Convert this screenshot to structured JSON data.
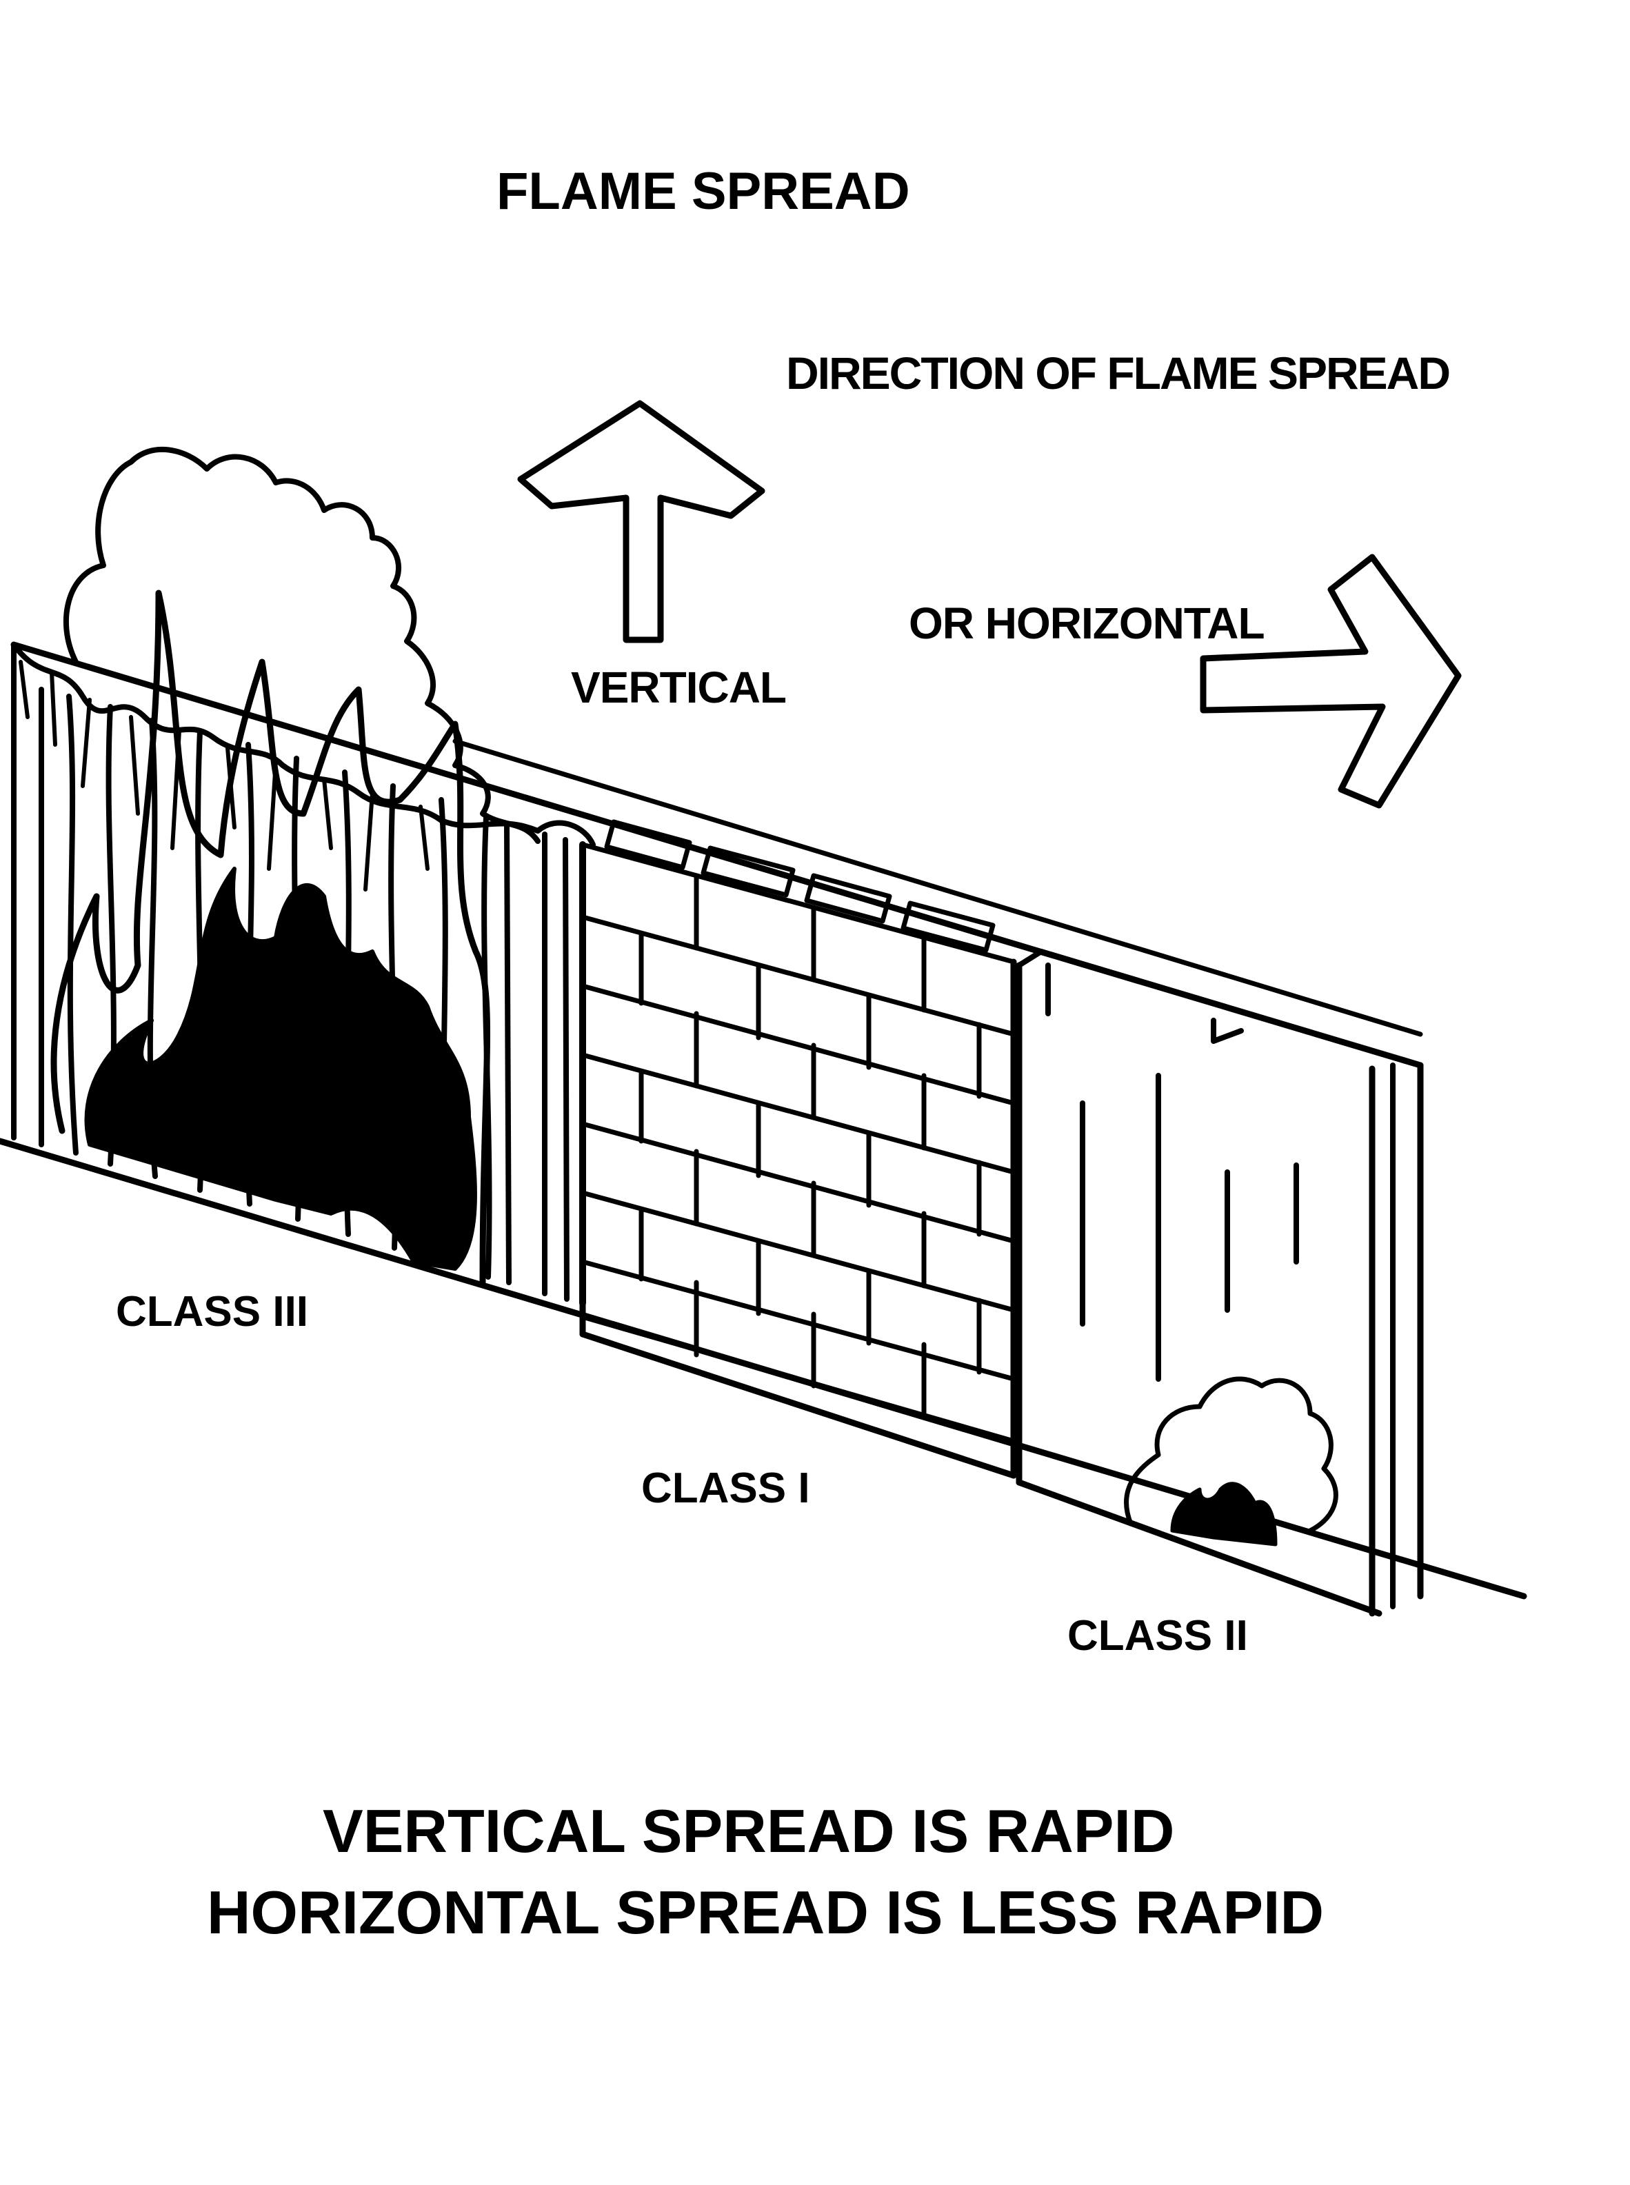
{
  "title": "FLAME SPREAD",
  "direction_label": "DIRECTION OF FLAME SPREAD",
  "vertical_label": "VERTICAL",
  "horizontal_label": "OR HORIZONTAL",
  "class_labels": {
    "class_3": "CLASS III",
    "class_1": "CLASS I",
    "class_2": "CLASS II"
  },
  "caption": {
    "line1": "VERTICAL SPREAD IS RAPID",
    "line2": "HORIZONTAL SPREAD IS LESS RAPID"
  },
  "colors": {
    "ink": "#000000",
    "paper": "#ffffff"
  }
}
